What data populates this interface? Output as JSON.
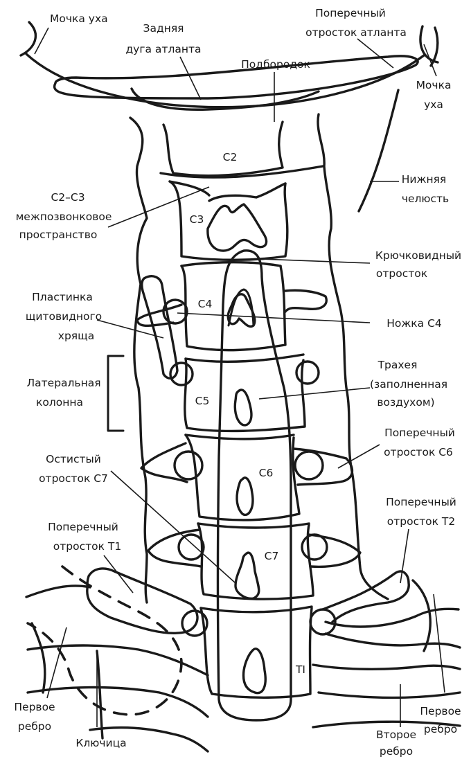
{
  "labels": {
    "earlobe_left": "Мочка уха",
    "posterior_arch_1": "Задняя",
    "posterior_arch_2": "дуга атланта",
    "transverse_atlas_1": "Поперечный",
    "transverse_atlas_2": "отросток атланта",
    "chin": "Подбородок",
    "earlobe_right_1": "Мочка",
    "earlobe_right_2": "уха",
    "mandible_1": "Нижняя",
    "mandible_2": "челюсть",
    "c2c3_1": "C2–C3",
    "c2c3_2": "межпозвонковое",
    "c2c3_3": "пространство",
    "uncinate_1": "Крючковидный",
    "uncinate_2": "отросток",
    "thyroid_1": "Пластинка",
    "thyroid_2": "щитовидного",
    "thyroid_3": "хряща",
    "pedicle_c4": "Ножка C4",
    "trachea_1": "Трахея",
    "trachea_2": "(заполненная",
    "trachea_3": "воздухом)",
    "lateral_column_1": "Латеральная",
    "lateral_column_2": "колонна",
    "spinous_c7_1": "Остистый",
    "spinous_c7_2": "отросток C7",
    "transverse_c6_1": "Поперечный",
    "transverse_c6_2": "отросток C6",
    "transverse_t1_1": "Поперечный",
    "transverse_t1_2": "отросток T1",
    "transverse_t2_1": "Поперечный",
    "transverse_t2_2": "отросток T2",
    "first_rib_left_1": "Первое",
    "first_rib_left_2": "ребро",
    "clavicle": "Ключица",
    "second_rib_1": "Второе",
    "second_rib_2": "ребро",
    "first_rib_right_1": "Первое",
    "first_rib_right_2": "ребро"
  },
  "vertebrae": {
    "c2": "C2",
    "c3": "C3",
    "c4": "C4",
    "c5": "C5",
    "c6": "C6",
    "c7": "C7",
    "t1": "TI"
  }
}
